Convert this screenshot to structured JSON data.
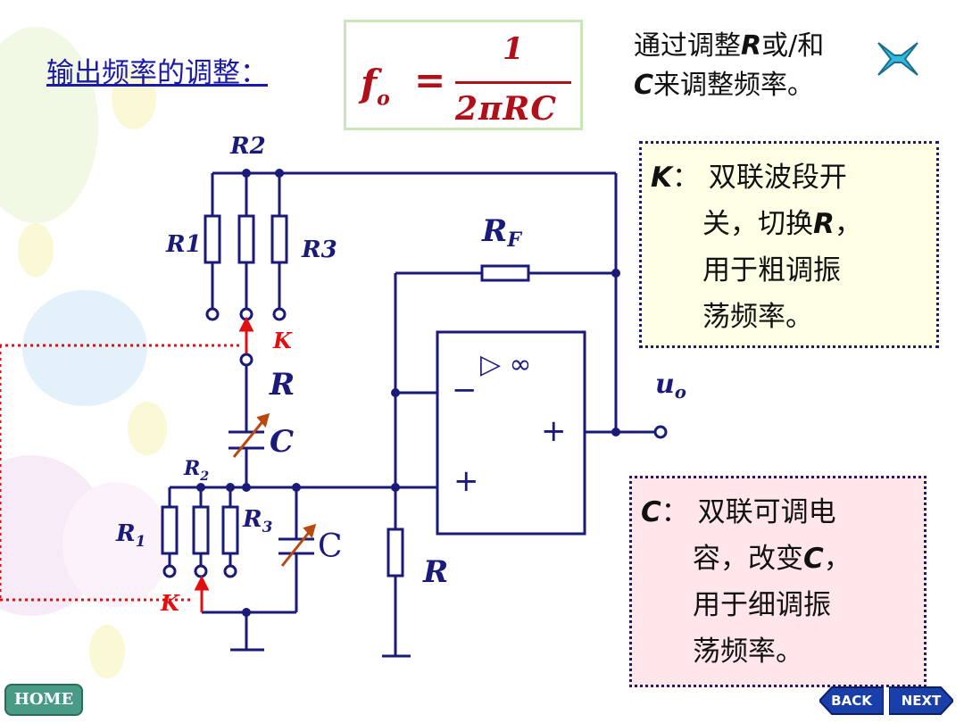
{
  "title": "输出频率的调整：",
  "formula": {
    "lhs": "f",
    "lhs_sub": "o",
    "eq": "=",
    "numerator": "1",
    "denominator": "2πRC"
  },
  "note": {
    "line1_a": "通过调整",
    "line1_r": "R",
    "line1_b": "或/和",
    "line2_c": "C",
    "line2_b": "来调整频率。"
  },
  "box_k": {
    "key": "K",
    "colon": "：",
    "text1": "双联波段开",
    "text2_a": "关，切换",
    "text2_r": "R",
    "text2_b": "，",
    "text3": "用于粗调振",
    "text4": "荡频率。"
  },
  "box_c": {
    "key": "C",
    "colon": "：",
    "text1": "双联可调电",
    "text2_a": "容，改变",
    "text2_c": "C",
    "text2_b": "，",
    "text3": "用于细调振",
    "text4": "荡频率。"
  },
  "circuit": {
    "r2_top": "R2",
    "r1_top": "R1",
    "r3_top": "R3",
    "k_top": "K",
    "r_top": "R",
    "c_top": "C",
    "r2_bot": "R2",
    "r1_bot": "R1",
    "r3_bot": "R3",
    "c_bot": "C",
    "k_bot": "K",
    "r_gnd": "R",
    "rf": "RF",
    "uo": "uo",
    "opamp_sym": "▷ ∞",
    "minus": "−",
    "plus_out": "+",
    "plus_in": "+"
  },
  "nav": {
    "home": "HOME",
    "back": "BACK",
    "next": "NEXT"
  },
  "colors": {
    "wire": "#1a1a7a",
    "accent": "#b0101a",
    "switch": "#e01010",
    "dotted": "#e01010"
  }
}
